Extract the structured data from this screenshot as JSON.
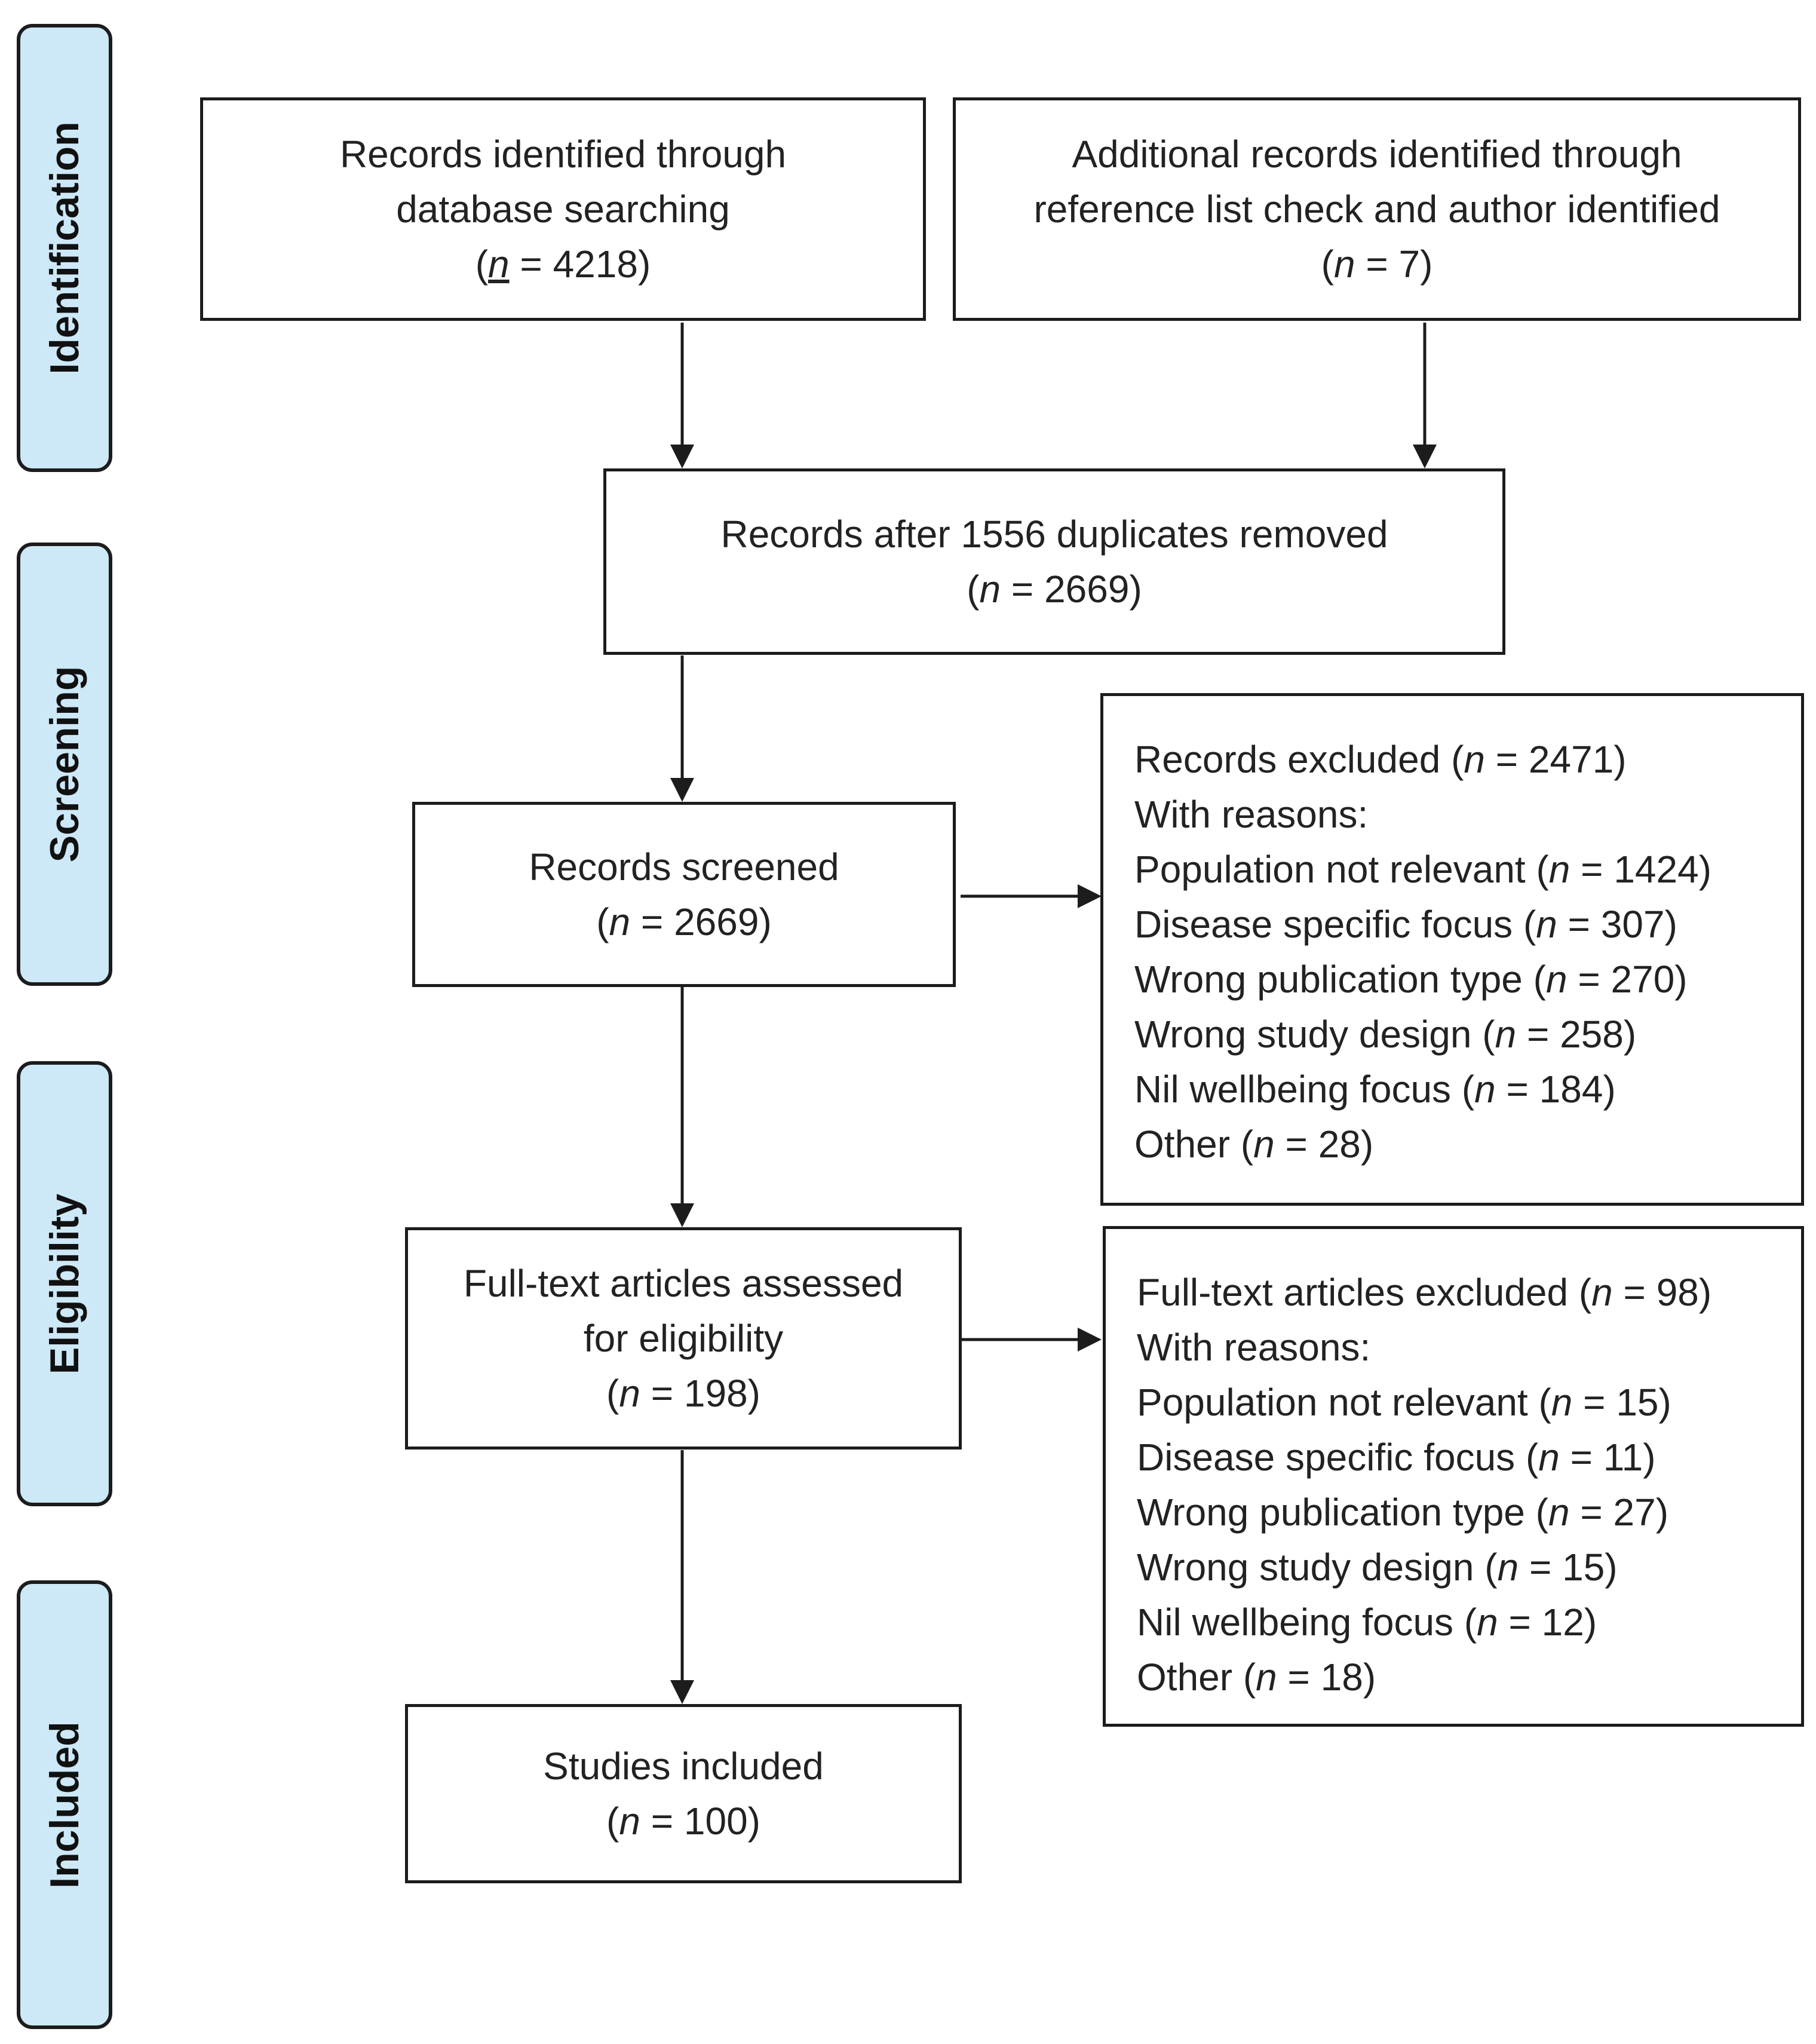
{
  "phases": [
    {
      "id": "identification",
      "label": "Identification"
    },
    {
      "id": "screening",
      "label": "Screening"
    },
    {
      "id": "eligibility",
      "label": "Eligibility"
    },
    {
      "id": "included",
      "label": "Included"
    }
  ],
  "boxes": {
    "database": {
      "line1": "Records identified through",
      "line2": "database searching",
      "count": {
        "open": "(",
        "n": "n",
        "value": " = 4218)"
      }
    },
    "additional": {
      "line1": "Additional records identified through",
      "line2": "reference list check and author identified",
      "count": {
        "open": "(",
        "n": "n",
        "value": " = 7)"
      }
    },
    "duplicates": {
      "line1": "Records after 1556 duplicates removed",
      "count": {
        "open": "(",
        "n": "n",
        "value": " = 2669)"
      }
    },
    "screened": {
      "line1": "Records screened",
      "count": {
        "open": "(",
        "n": "n",
        "value": " = 2669)"
      }
    },
    "fulltext": {
      "line1": "Full-text articles assessed",
      "line2": "for eligibility",
      "count": {
        "open": "(",
        "n": "n",
        "value": " = 198)"
      }
    },
    "included": {
      "line1": "Studies included",
      "count": {
        "open": "(",
        "n": "n",
        "value": " = 100)"
      }
    },
    "records_excluded": {
      "items": [
        {
          "text": "Records excluded (",
          "n": "n",
          "rest": " = 2471)"
        },
        {
          "text": "With reasons:",
          "n": "",
          "rest": ""
        },
        {
          "text": "Population not relevant (",
          "n": "n",
          "rest": " = 1424)"
        },
        {
          "text": "Disease specific focus (",
          "n": "n",
          "rest": " = 307)"
        },
        {
          "text": "Wrong publication type (",
          "n": "n",
          "rest": " = 270)"
        },
        {
          "text": "Wrong study design (",
          "n": "n",
          "rest": " = 258)"
        },
        {
          "text": "Nil wellbeing focus (",
          "n": "n",
          "rest": " = 184)"
        },
        {
          "text": "Other (",
          "n": "n",
          "rest": " = 28)"
        }
      ]
    },
    "fulltext_excluded": {
      "items": [
        {
          "text": "Full-text articles excluded (",
          "n": "n",
          "rest": " = 98)"
        },
        {
          "text": "With reasons:",
          "n": "",
          "rest": ""
        },
        {
          "text": "Population not relevant (",
          "n": "n",
          "rest": " = 15)"
        },
        {
          "text": "Disease specific focus (",
          "n": "n",
          "rest": " = 11)"
        },
        {
          "text": "Wrong publication type (",
          "n": "n",
          "rest": " = 27)"
        },
        {
          "text": "Wrong study design (",
          "n": "n",
          "rest": " = 15)"
        },
        {
          "text": "Nil wellbeing focus (",
          "n": "n",
          "rest": " = 12)"
        },
        {
          "text": "Other (",
          "n": "n",
          "rest": " = 18)"
        }
      ]
    }
  },
  "colors": {
    "phase_fill": "#cde8f7",
    "stroke": "#1c1c1c",
    "text": "#222222"
  }
}
